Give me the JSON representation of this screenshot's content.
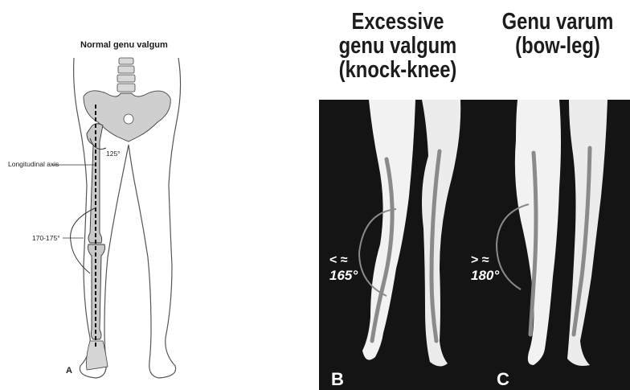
{
  "panel_a": {
    "title": "Normal genu valgum",
    "letter": "A",
    "labels": {
      "longitudinal_axis": "Longitudinal axis",
      "angle_hip": "125°",
      "angle_knee": "170-175°"
    }
  },
  "panel_b": {
    "title_line1": "Excessive",
    "title_line2": "genu valgum",
    "title_line3": "(knock-knee)",
    "letter": "B",
    "angle_symbol": "< ≈",
    "angle_value": "165°"
  },
  "panel_c": {
    "title_line1": "Genu varum",
    "title_line2": "(bow-leg)",
    "letter": "C",
    "angle_symbol": "> ≈",
    "angle_value": "180°"
  },
  "colors": {
    "photo_background": "#141414",
    "leg_fill": "#f2f2f2",
    "axis_line": "#8a8a8a",
    "bone_fill": "#c8c8c8"
  }
}
